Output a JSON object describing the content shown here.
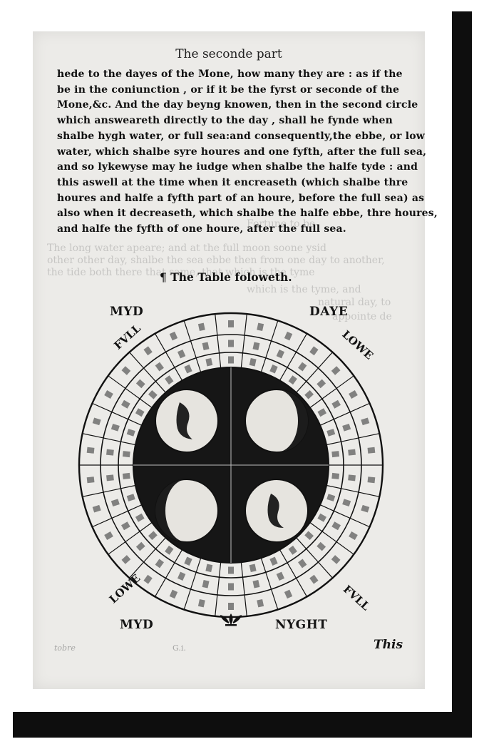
{
  "running_head": "The seconde part",
  "body_lines": [
    "hede to the dayes of the Mone, how many they are : as if the",
    "be in the coniunction , or if it be the fyrst or seconde of the",
    "Mone,&c. And the day beyng knowen, then in the second circle",
    "which answeareth directly to the day , shall he fynde when",
    "shalbe hygh water, or full sea:and consequently,the ebbe, or low",
    "water, which shalbe syre houres and one fyfth, after the full sea,",
    "and so lykewyse may he iudge when shalbe the halfe tyde : and",
    "this aswell at the time when it encreaseth (which shalbe thre",
    "houres and halfe a fyfth part of an houre, before the full sea) as",
    "also when it decreaseth, which shalbe the halfe ebbe, thre houres,",
    "and halfe the fyfth of one houre, after the full sea."
  ],
  "table_heading": "¶ The Table foloweth.",
  "corners": {
    "top_left": "MYD",
    "top_right": "DAYE",
    "bottom_left": "MYD",
    "bottom_right": "NYGHT"
  },
  "rim_labels": {
    "upper_left": "FVLL",
    "upper_right": "LOWE",
    "lower_left": "LOWE",
    "lower_right": "FVLL"
  },
  "catchword": "This",
  "footer_signature": "G.i.",
  "footer_left": "tobre"
}
